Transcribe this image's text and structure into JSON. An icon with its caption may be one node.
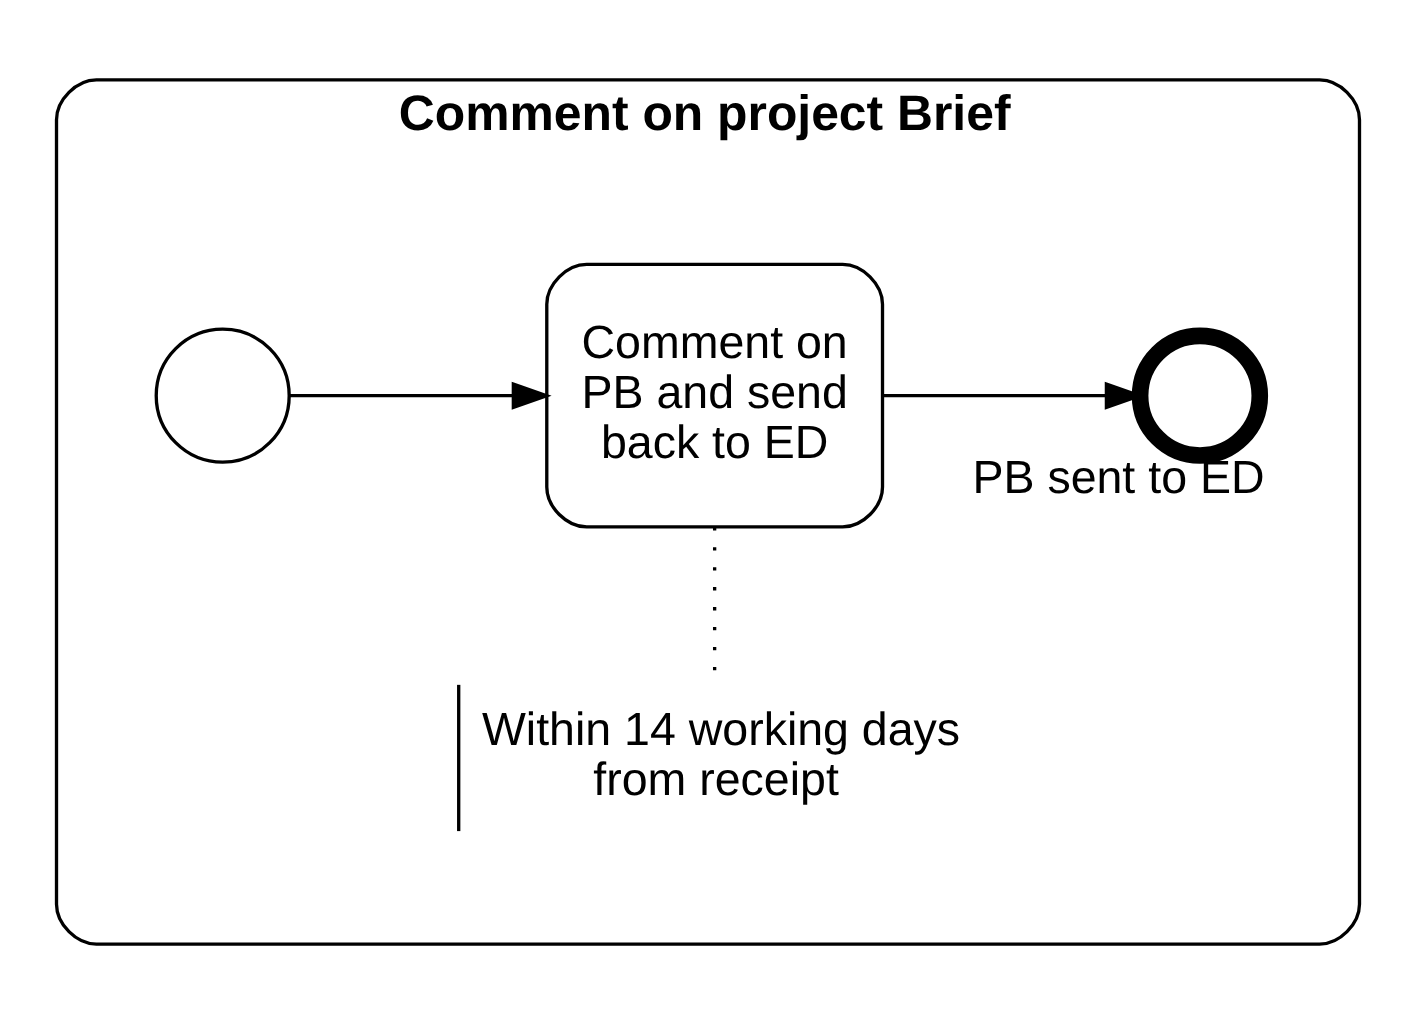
{
  "diagram": {
    "nodes": [
      {
        "text": [
          "Comment on project Brief"
        ]
      },
      {
        "text": [],
        "shape": "circle",
        "in": 0
      },
      {
        "text": [
          "Comment on PB and send back to ED"
        ],
        "in": 0
      },
      {
        "text": [
          "PB sent to ED"
        ],
        "in": 0
      },
      {
        "text": [
          "Within 14 working days from receipt"
        ],
        "in": 0
      }
    ],
    "edges": [
      {
        "from": 1,
        "to": 2,
        "arrow": "to"
      },
      {
        "from": 2,
        "to": 3,
        "arrow": "to"
      },
      {
        "from": 4,
        "to": 2,
        "arrow": "none",
        "style": "dashed"
      }
    ]
  }
}
